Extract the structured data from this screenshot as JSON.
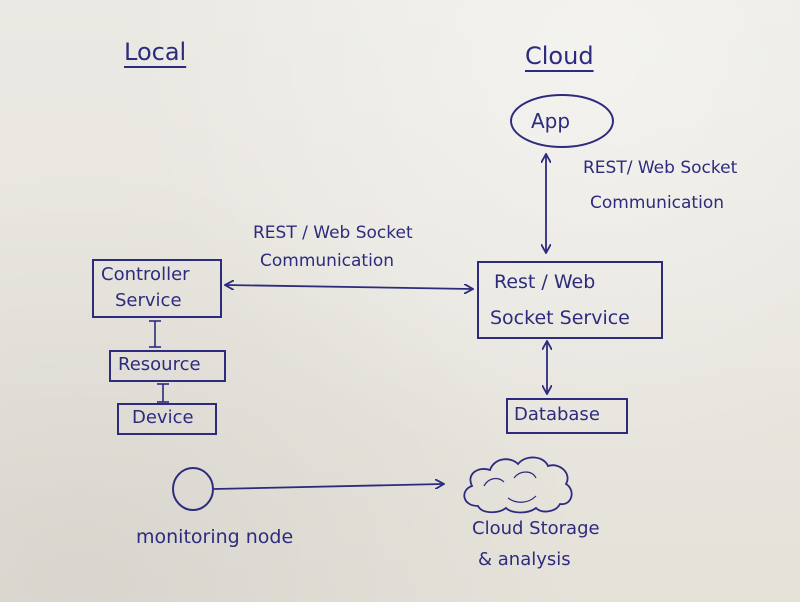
{
  "headings": {
    "local": "Local",
    "cloud": "Cloud"
  },
  "nodes": {
    "app": "App",
    "controller_line1": "Controller",
    "controller_line2": "Service",
    "resource": "Resource",
    "device": "Device",
    "rest_line1": "Rest / Web",
    "rest_line2": "Socket Service",
    "database": "Database",
    "monitoring": "monitoring node",
    "cloud_line1": "Cloud Storage",
    "cloud_line2": "& analysis"
  },
  "edges": {
    "local_to_cloud_line1": "REST / Web Socket",
    "local_to_cloud_line2": "Communication",
    "app_to_service_line1": "REST/ Web Socket",
    "app_to_service_line2": "Communication"
  },
  "colors": {
    "ink": "#2d2b7e",
    "paper": "#e9e6df"
  }
}
